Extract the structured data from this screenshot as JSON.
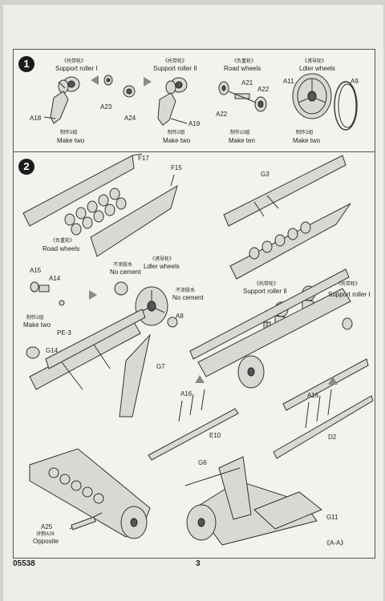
{
  "page": {
    "code": "05538",
    "number": "3",
    "view_label": "《A-A》"
  },
  "step1": {
    "number": "1",
    "groups": [
      {
        "cn": "《托带轮》",
        "en": "Support roller I",
        "qty_cn": "",
        "qty_en": ""
      },
      {
        "cn": "《托带轮》",
        "en": "Support roller II",
        "qty_cn": "制作2组",
        "qty_en": "Make two"
      },
      {
        "cn": "《负重轮》",
        "en": "Road wheels",
        "qty_cn": "制作10组",
        "qty_en": "Make ten"
      },
      {
        "cn": "《诱导轮》",
        "en": "Ldler wheels",
        "qty_cn": "制作2组",
        "qty_en": "Make two"
      }
    ],
    "first_qty_cn": "制作2组",
    "first_qty_en": "Make two",
    "parts": [
      "A18",
      "A23",
      "A24",
      "A19",
      "A21",
      "A22",
      "A22",
      "A11",
      "A9"
    ]
  },
  "step2": {
    "number": "2",
    "road_wheels_cn": "《负重轮》",
    "road_wheels_en": "Road wheels",
    "idler_cn": "《诱导轮》",
    "idler_en": "Ldler wheels",
    "no_cement_cn": "不涂胶水",
    "no_cement_en": "No cement",
    "sr2_cn": "《托带轮》",
    "sr2_en": "Support roller II",
    "sr1_cn": "《托带轮》",
    "sr1_en": "Support roller I",
    "make_two_cn": "制作2组",
    "make_two_en": "Make two",
    "opposite_cn": "对侧A26",
    "opposite_en": "Opposite",
    "parts": {
      "f17": "F17",
      "f15": "F15",
      "g3": "G3",
      "a15": "A15",
      "a14": "A14",
      "pe3": "PE-3",
      "g14": "G14",
      "g7": "G7",
      "a8": "A8",
      "a16a": "A16",
      "e10": "E10",
      "a16b": "A16",
      "d2": "D2",
      "g6": "G6",
      "g11": "G11",
      "a25": "A25"
    }
  },
  "colors": {
    "paper": "#eeedea",
    "line": "#333333",
    "number_badge": "#1c1c1c",
    "arrow": "#8a8a8a"
  }
}
